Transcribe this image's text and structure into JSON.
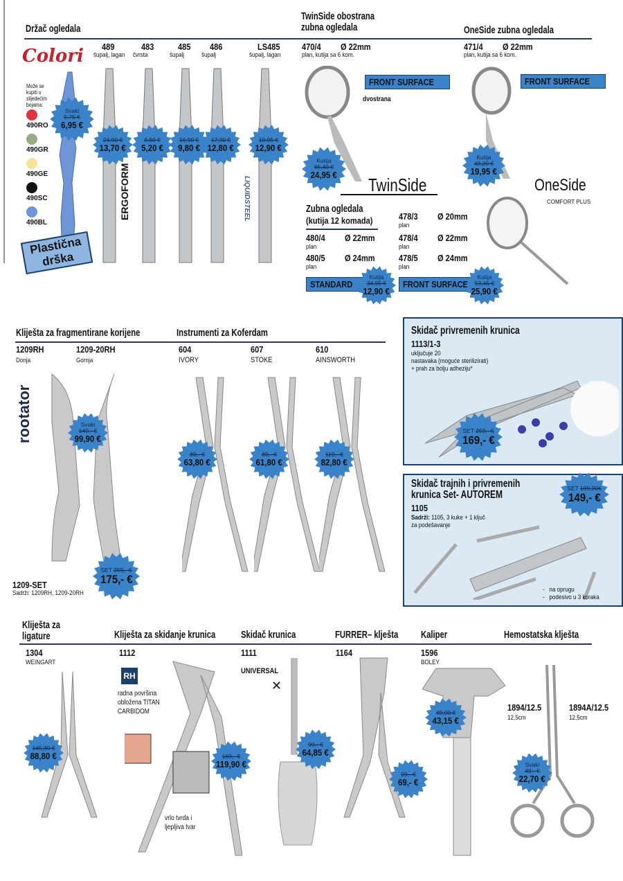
{
  "accent": "#3a83c9",
  "sec1": {
    "title": "Držač ogledala",
    "brand": "Colori",
    "colors_note": "Može se kupiti u slijedećim bojama:",
    "colors": [
      {
        "code": "490RO",
        "hex": "#e2323f"
      },
      {
        "code": "490GR",
        "hex": "#9aa986"
      },
      {
        "code": "490GE",
        "hex": "#f7e29a"
      },
      {
        "code": "490SC",
        "hex": "#111111"
      },
      {
        "code": "490BL",
        "hex": "#6e96d6"
      }
    ],
    "handle_price": {
      "label": "Svaki",
      "old": "9,75 €",
      "new": "6,95 €"
    },
    "plastic_label": "Plastična drška",
    "ergoform": "ERGOFORM",
    "liquidsteel": "LIQUIDSTEEL",
    "items": [
      {
        "code": "489",
        "desc": "šupalj, lagan",
        "old": "24,90 €",
        "new": "13,70 €"
      },
      {
        "code": "483",
        "desc": "čvrsta",
        "old": "8,60 €",
        "new": "5,20 €"
      },
      {
        "code": "485",
        "desc": "šupalj",
        "old": "16,90 €",
        "new": "9,80 €"
      },
      {
        "code": "486",
        "desc": "šupalj",
        "old": "17,90 €",
        "new": "12,80 €"
      },
      {
        "code": "LS485",
        "desc": "šupalj, lagan",
        "old": "19,95 €",
        "new": "12,90 €"
      }
    ]
  },
  "twin": {
    "title1": "TwinSide obostrana",
    "title2": "zubna ogledala",
    "code": "470/4",
    "size": "Ø 22mm",
    "desc": "plan, kutija sa 6 kom.",
    "badge": "FRONT SURFACE",
    "note": "dvostrana",
    "price": {
      "label": "Kutija",
      "old": "65,40 €",
      "new": "24,95 €"
    },
    "logo": "TwinSide"
  },
  "one": {
    "title": "OneSide zubna ogledala",
    "code": "471/4",
    "size": "Ø 22mm",
    "desc": "plan, kutija sa 6 kom.",
    "badge": "FRONT SURFACE",
    "price": {
      "label": "Kutija",
      "old": "43,20 €",
      "new": "19,95 €"
    },
    "logo": "OneSide",
    "logo_sub": "COMFORT PLUS"
  },
  "mirrors": {
    "title1": "Zubna ogledala",
    "title2": "(kutija 12 komada)",
    "left": [
      {
        "code": "480/4",
        "size": "Ø 22mm",
        "desc": "plan"
      },
      {
        "code": "480/5",
        "size": "Ø 24mm",
        "desc": "plan"
      }
    ],
    "right": [
      {
        "code": "478/3",
        "size": "Ø 20mm",
        "desc": "plan"
      },
      {
        "code": "478/4",
        "size": "Ø 22mm",
        "desc": "plan"
      },
      {
        "code": "478/5",
        "size": "Ø 24mm",
        "desc": "plan"
      }
    ],
    "badge_std": "STANDARD",
    "price_std": {
      "label": "Kutija",
      "old": "34,95 €",
      "new": "12,90 €"
    },
    "badge_fs": "FRONT SURFACE",
    "price_fs": {
      "label": "Kutija",
      "old": "53,45 €",
      "new": "25,90 €"
    }
  },
  "frag": {
    "title": "Kliješta za fragmentirane korijene",
    "brand": "rootator",
    "items": [
      {
        "code": "1209RH",
        "desc": "Donja"
      },
      {
        "code": "1209-20RH",
        "desc": "Gornja"
      }
    ],
    "price": {
      "label": "Svaki",
      "old": "149,- €",
      "new": "99,90 €"
    },
    "set_code": "1209-SET",
    "set_desc": "Sadrži: 1209RH, 1209-20RH",
    "set_price": {
      "label": "SET",
      "old": "259,- €",
      "new": "175,- €"
    }
  },
  "kofer": {
    "title": "Instrumenti za Koferdam",
    "items": [
      {
        "code": "604",
        "desc": "IVORY",
        "old": "89,- €",
        "new": "63,80 €"
      },
      {
        "code": "607",
        "desc": "STOKE",
        "old": "89,- €",
        "new": "61,80 €"
      },
      {
        "code": "610",
        "desc": "AINSWORTH",
        "old": "119,- €",
        "new": "82,80 €"
      }
    ]
  },
  "panel1": {
    "title": "Skidač privremenih krunica",
    "code": "1113/1-3",
    "lines": [
      "uključuje 20",
      "nastavaka (moguće sterilizirati)",
      "+ prah za bolju adheziju*"
    ],
    "price": {
      "label": "SET",
      "old": "259,- €",
      "new": "169,- €"
    }
  },
  "panel2": {
    "title1": "Skidač trajnih i privremenih",
    "title2": "krunica Set- AUTOREM",
    "code": "1105",
    "content_label": "Sadrži:",
    "content": "1105, 3 kuke + 1 ključ",
    "content2": "za podešavanje",
    "bullets": [
      "na oprugu",
      "podesivo u 3 koraka"
    ],
    "price": {
      "label": "SET",
      "old": "199,90€",
      "new": "149,- €"
    }
  },
  "bottom": {
    "lig": {
      "title1": "Kliješta za",
      "title2": "ligature",
      "code": "1304",
      "desc": "WEINGART",
      "old": "145,30 €",
      "new": "88,80 €"
    },
    "skid": {
      "title": "Kliješta za skidanje krunica",
      "code": "1112",
      "rh": "RH",
      "note": [
        "radna površina",
        "obložena TITAN",
        "CARBIDOM"
      ],
      "note2": [
        "vrlo tvrda i",
        "ljepljiva tvar"
      ],
      "old": "169,- €",
      "new": "119,90 €"
    },
    "skidac": {
      "title": "Skidač krunica",
      "code": "1111",
      "desc": "UNIVERSAL",
      "old": "99,- €",
      "new": "64,85 €"
    },
    "furrer": {
      "title": "FURRER– klješta",
      "code": "1164",
      "old": "99,- €",
      "new": "69,- €"
    },
    "kal": {
      "title": "Kaliper",
      "code": "1596",
      "desc": "BOLEY",
      "old": "49,90 €",
      "new": "43,15 €"
    },
    "hemo": {
      "title": "Hemostatska klješta",
      "items": [
        {
          "code": "1894/12.5",
          "desc": "12,5cm"
        },
        {
          "code": "1894A/12.5",
          "desc": "12,5cm"
        }
      ],
      "price": {
        "label": "Svaki",
        "old": "49,- €",
        "new": "22,70 €"
      }
    }
  }
}
